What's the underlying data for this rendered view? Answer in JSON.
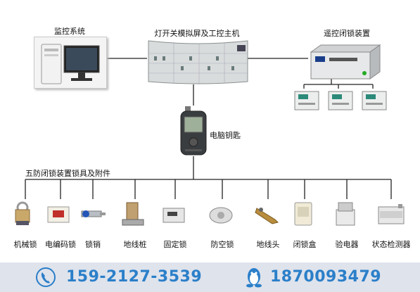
{
  "top": {
    "monitor_label": "监控系统",
    "main_label": "灯开关模拟屏及工控主机",
    "remote_label": "遥控闭锁装置",
    "key_label": "电脑钥匙",
    "accessories_label": "五防闭锁装置锁具及附件"
  },
  "devices": [
    {
      "label": "机械锁",
      "icon": "padlock-icon"
    },
    {
      "label": "电编码锁",
      "icon": "electric-code-lock-icon"
    },
    {
      "label": "锁销",
      "icon": "lock-pin-icon"
    },
    {
      "label": "地线桩",
      "icon": "ground-post-icon"
    },
    {
      "label": "固定锁",
      "icon": "fixed-lock-icon"
    },
    {
      "label": "防空锁",
      "icon": "anti-idle-lock-icon"
    },
    {
      "label": "地线头",
      "icon": "ground-clamp-icon"
    },
    {
      "label": "闭锁盒",
      "icon": "lock-box-icon"
    },
    {
      "label": "验电器",
      "icon": "electroscope-icon"
    },
    {
      "label": "状态检测器",
      "icon": "status-detector-icon"
    }
  ],
  "footer": {
    "phone_icon": "phone-icon",
    "phone": "159-2127-3539",
    "qq_icon": "qq-penguin-icon",
    "qq": "1870093479",
    "colors": {
      "bar": "#dfe3ec",
      "number": "#2b7fc9"
    }
  }
}
